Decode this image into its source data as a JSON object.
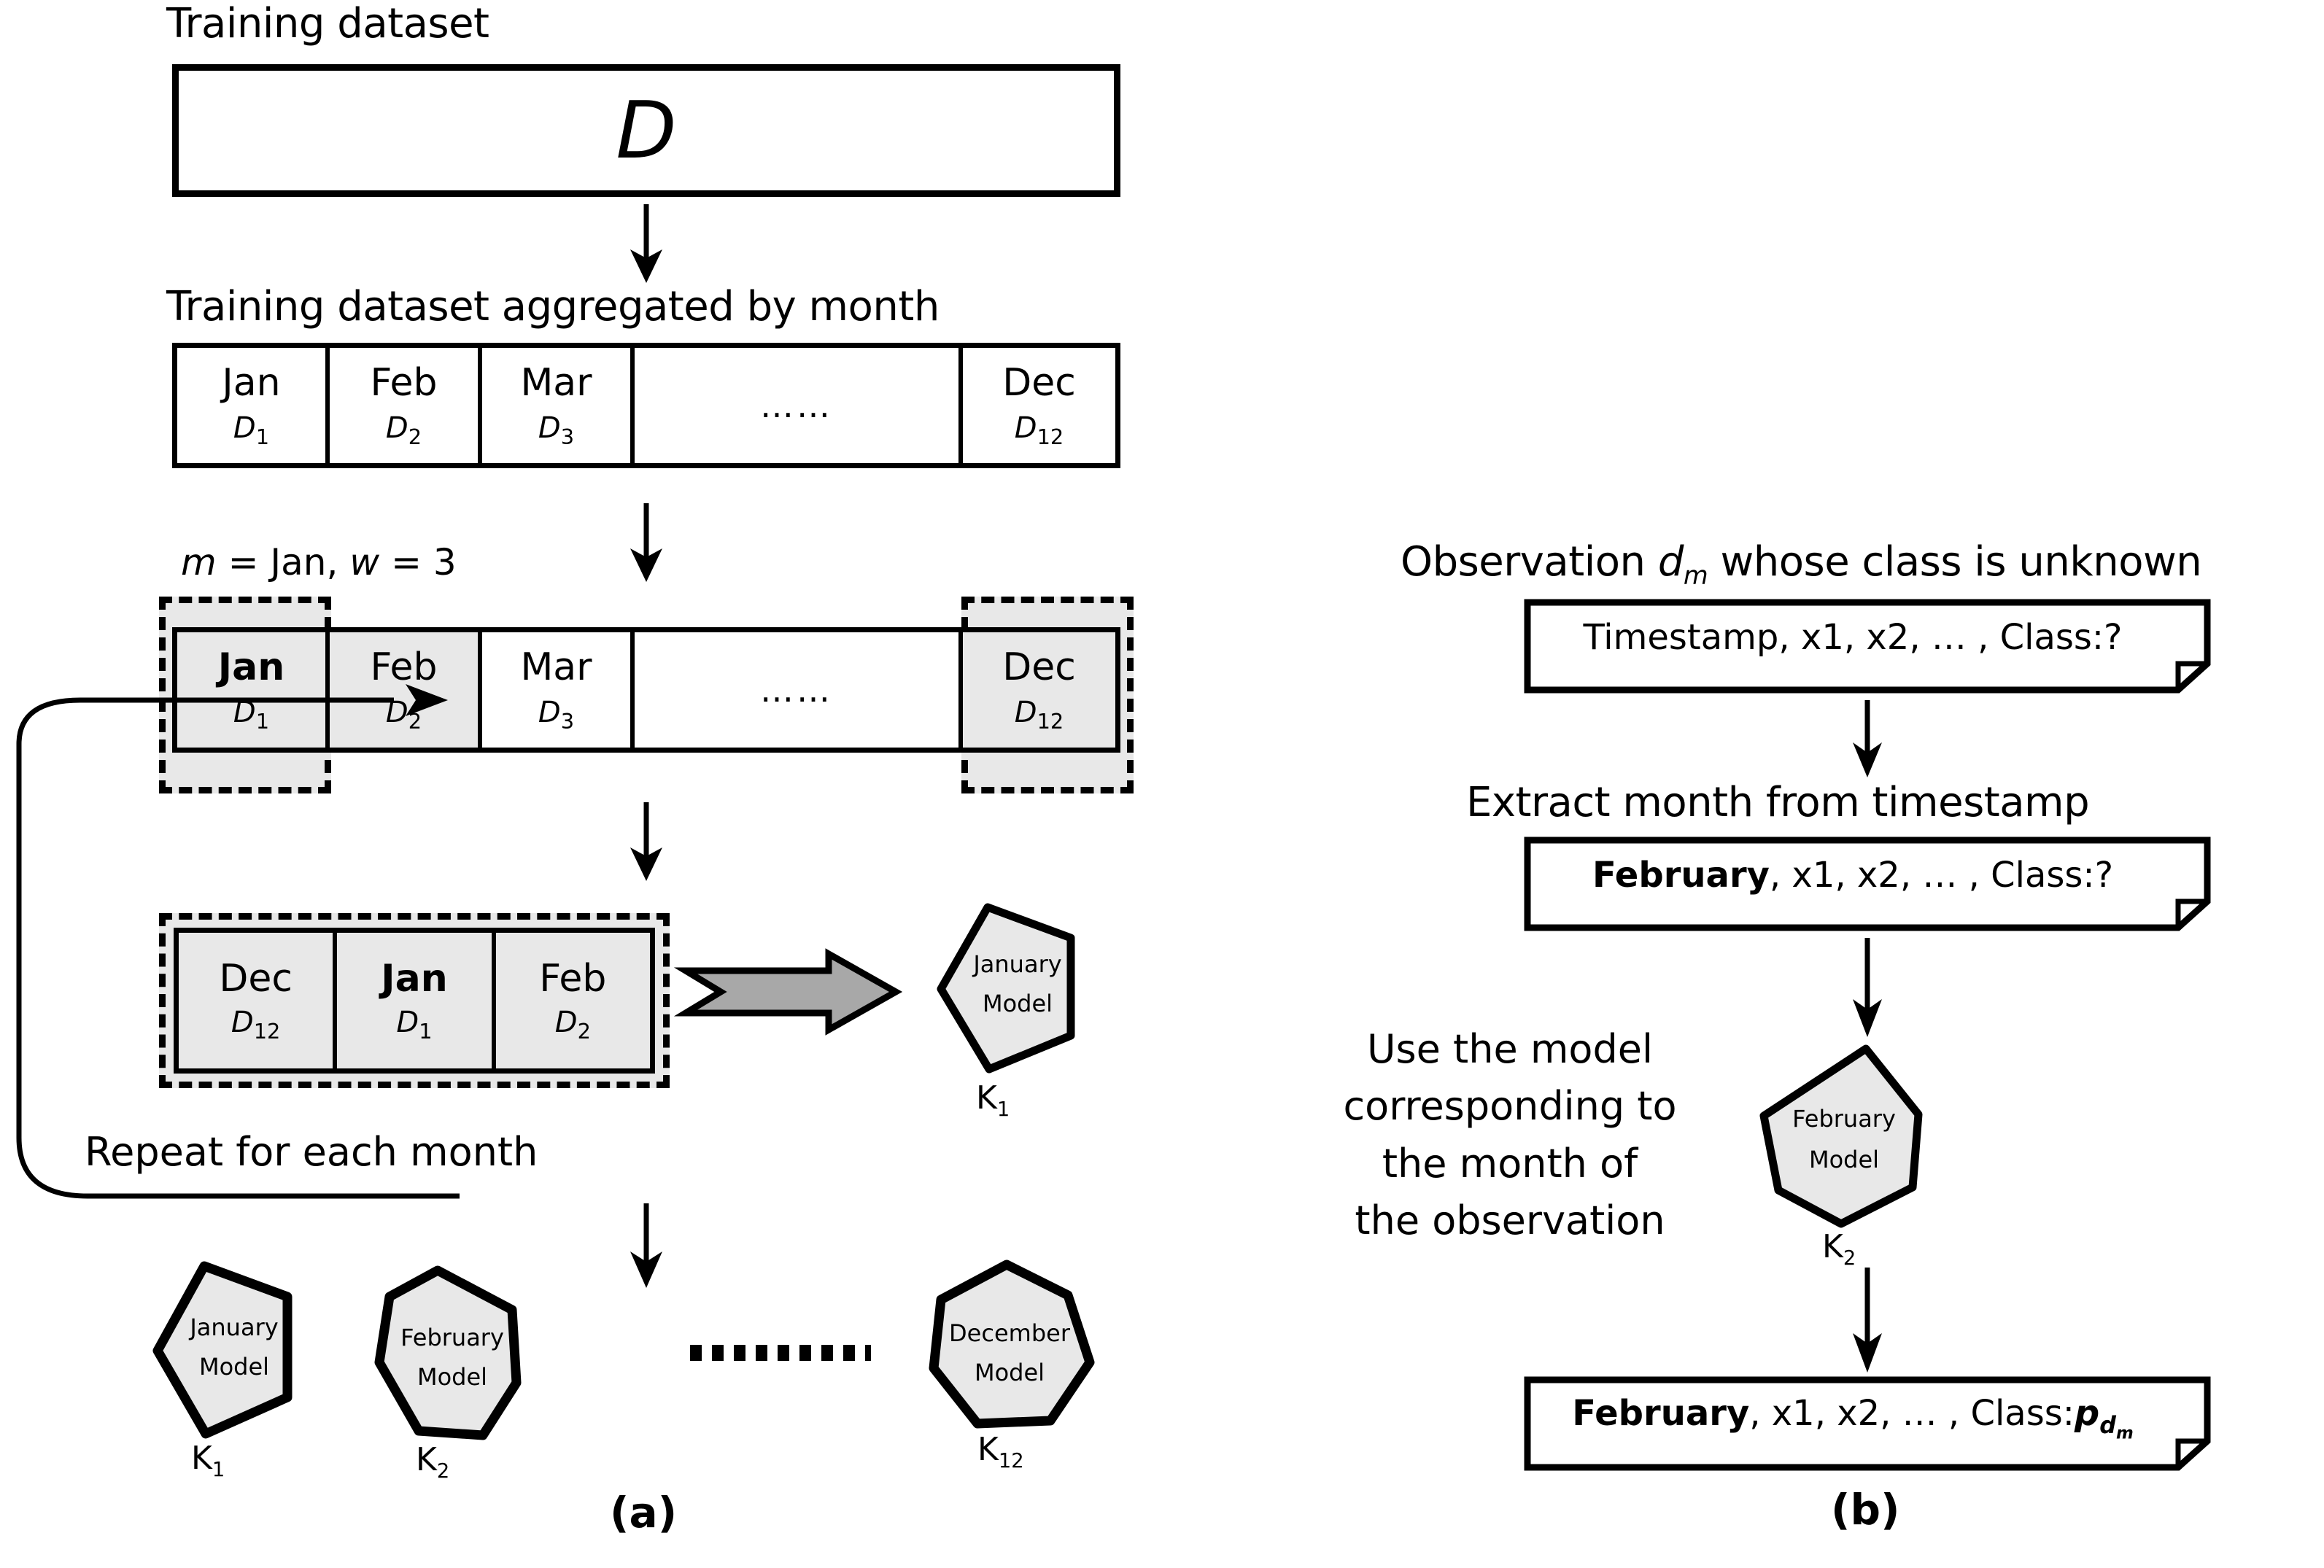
{
  "figure": {
    "panel_a_label": "(a)",
    "panel_b_label": "(b)"
  },
  "panel_a": {
    "training_dataset_title": "Training dataset",
    "dataset_symbol": "D",
    "aggregated_title": "Training dataset aggregated by month",
    "month_table": {
      "columns": [
        {
          "month": "Jan",
          "dataset": "D",
          "index": "1"
        },
        {
          "month": "Feb",
          "dataset": "D",
          "index": "2"
        },
        {
          "month": "Mar",
          "dataset": "D",
          "index": "3"
        },
        {
          "month": "……",
          "dataset": "",
          "index": ""
        },
        {
          "month": "Dec",
          "dataset": "D",
          "index": "12"
        }
      ]
    },
    "window_params": "m = Jan, w = 3",
    "window_params_parts": {
      "m_var": "m",
      "m_eq": " = Jan, ",
      "w_var": "w",
      "w_eq": " = 3"
    },
    "window_table": {
      "columns": [
        {
          "month": "Jan",
          "dataset": "D",
          "index": "1",
          "highlight": true,
          "focus": true
        },
        {
          "month": "Feb",
          "dataset": "D",
          "index": "2",
          "highlight": true,
          "focus": false
        },
        {
          "month": "Mar",
          "dataset": "D",
          "index": "3",
          "highlight": false,
          "focus": false
        },
        {
          "month": "……",
          "dataset": "",
          "index": "",
          "highlight": false,
          "focus": false
        },
        {
          "month": "Dec",
          "dataset": "D",
          "index": "12",
          "highlight": true,
          "focus": false
        }
      ]
    },
    "window_selection": {
      "columns": [
        {
          "month": "Dec",
          "dataset": "D",
          "index": "12",
          "focus": false
        },
        {
          "month": "Jan",
          "dataset": "D",
          "index": "1",
          "focus": true
        },
        {
          "month": "Feb",
          "dataset": "D",
          "index": "2",
          "focus": false
        }
      ]
    },
    "january_model": {
      "line1": "January",
      "line2": "Model",
      "k_label": "K",
      "k_index": "1"
    },
    "repeat_label": "Repeat for each month",
    "models": [
      {
        "line1": "January",
        "line2": "Model",
        "k_label": "K",
        "k_index": "1"
      },
      {
        "line1": "February",
        "line2": "Model",
        "k_label": "K",
        "k_index": "2"
      },
      {
        "line1": "December",
        "line2": "Model",
        "k_label": "K",
        "k_index": "12"
      }
    ]
  },
  "panel_b": {
    "observation_title_pre": "Observation ",
    "observation_title_var": "d",
    "observation_title_sub": "m",
    "observation_title_post": " whose class is unknown",
    "doc1": {
      "plain": "Timestamp, x1, x2, … , Class:?"
    },
    "extract_label": "Extract month from timestamp",
    "doc2": {
      "bold": "February",
      "plain": ", x1, x2, … , Class:?"
    },
    "use_model_lines": [
      "Use the model",
      "corresponding to",
      "the month of",
      "the observation"
    ],
    "february_model": {
      "line1": "February",
      "line2": "Model",
      "k_label": "K",
      "k_index": "2"
    },
    "doc3": {
      "bold": "February",
      "plain": ", x1, x2, … , Class:",
      "class_var": "p",
      "class_sub": "d",
      "class_sub2": "m"
    }
  },
  "colors": {
    "stroke": "#000000",
    "shape_fill": "#e8e8e8",
    "highlight_fill": "#e8e8e8",
    "block_arrow_fill": "#a8a8a8",
    "background": "#ffffff"
  }
}
